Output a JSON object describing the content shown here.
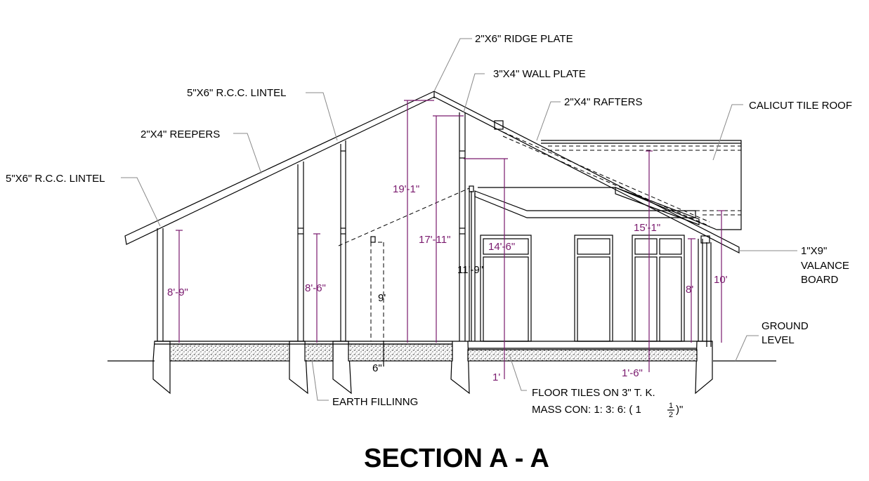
{
  "title": "SECTION A - A",
  "labels": {
    "ridge_plate": "2\"X6\" RIDGE PLATE",
    "wall_plate": "3\"X4\" WALL PLATE",
    "rafters": "2\"X4\" RAFTERS",
    "calicut_roof": "CALICUT TILE ROOF",
    "lintel_top": "5\"X6\" R.C.C.  LINTEL",
    "reepers": "2\"X4\" REEPERS",
    "lintel_left": "5\"X6\" R.C.C.  LINTEL",
    "valance_1": "1\"X9\"",
    "valance_2": "VALANCE",
    "valance_3": "BOARD",
    "ground_1": "GROUND",
    "ground_2": "LEVEL",
    "earth": "EARTH FILLINNG",
    "floor_1": "FLOOR  TILES  ON  3\" T. K.",
    "floor_2a": "MASS  CON:  1: 3: 6:  ( 1",
    "floor_2_num": "1",
    "floor_2_den": "2",
    "floor_2b": ")\""
  },
  "dims": {
    "d_19_1": "19'-1\"",
    "d_17_11": "17'-11\"",
    "d_14_6": "14'-6\"",
    "d_15_1": "15'-1\"",
    "d_11_9": "11'-9\"",
    "d_8_9": "8'-9\"",
    "d_8_6": "8'-6\"",
    "d_9": "9'",
    "d_8": "8'",
    "d_10": "10'",
    "d_6in": "6\"",
    "d_1ft": "1'",
    "d_1_6": "1'-6\""
  }
}
